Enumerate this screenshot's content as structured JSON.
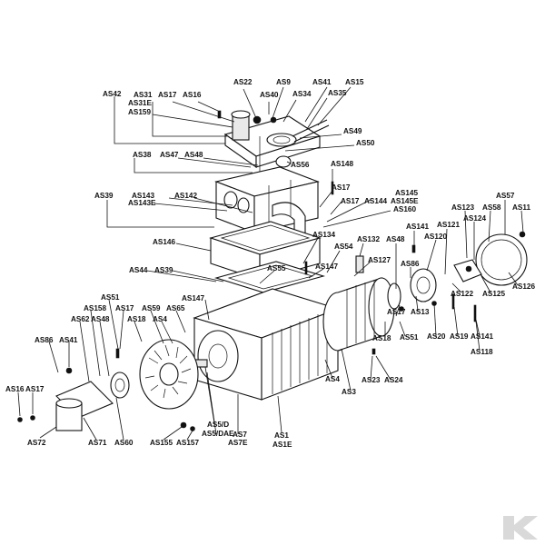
{
  "diagram": {
    "labels": [
      "AS42",
      "AS31",
      "AS17",
      "AS16",
      "AS22",
      "AS9",
      "AS41",
      "AS15",
      "AS31",
      "AS159",
      "AS40",
      "AS34",
      "AS35",
      "AS49",
      "AS50",
      "AS38",
      "AS47",
      "AS48",
      "AS56",
      "AS148",
      "AS17",
      "AS39",
      "AS143",
      "AS142",
      "AS17",
      "AS144",
      "AS145",
      "AS145",
      "AS160",
      "AS143",
      "AS57",
      "AS123",
      "AS58",
      "AS11",
      "AS124",
      "AS121",
      "AS141",
      "AS146",
      "AS134",
      "AS132",
      "AS54",
      "AS48",
      "AS120",
      "AS127",
      "AS147",
      "AS44",
      "AS39",
      "AS55",
      "AS86",
      "AS122",
      "AS125",
      "AS126",
      "AS51",
      "AS147",
      "AS158",
      "AS17",
      "AS59",
      "AS65",
      "AS62",
      "AS48",
      "AS18",
      "AS4",
      "AS17",
      "AS13",
      "AS20",
      "AS19",
      "AS141",
      "AS18",
      "AS51",
      "AS118",
      "AS86",
      "AS41",
      "AS4",
      "AS3",
      "AS23",
      "AS24",
      "AS16",
      "AS17",
      "AS5/D",
      "AS155",
      "AS157",
      "AS72",
      "AS71",
      "AS60",
      "AS5/D",
      "AS7",
      "AS1",
      "AS1"
    ],
    "label_suffixes": [
      "",
      "",
      "",
      "",
      "",
      "",
      "",
      "",
      "E",
      "",
      "",
      "",
      "",
      "",
      "",
      "",
      "",
      "",
      "",
      "",
      "",
      "",
      "",
      "",
      "",
      "",
      "",
      "E",
      "",
      "E",
      "",
      "",
      "",
      "",
      "",
      "",
      "",
      "",
      "",
      "",
      "",
      "",
      "",
      "",
      "",
      "",
      "",
      "",
      "",
      "",
      "",
      "",
      "",
      "",
      "",
      "",
      "",
      "",
      "",
      "",
      "",
      "",
      "",
      "",
      "",
      "",
      "",
      "",
      "",
      "",
      "",
      "",
      "",
      "",
      "",
      "",
      "",
      "",
      "",
      "",
      "",
      "",
      "",
      "",
      "AE",
      "E",
      "",
      "E"
    ],
    "logo_letter": "K"
  }
}
